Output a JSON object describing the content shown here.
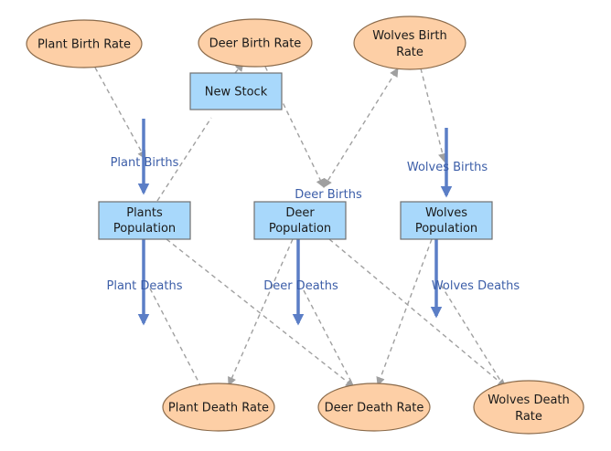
{
  "rates": {
    "plant_birth": "Plant Birth Rate",
    "deer_birth": "Deer Birth Rate",
    "wolves_birth": [
      "Wolves Birth",
      "Rate"
    ],
    "plant_death": "Plant Death Rate",
    "deer_death": "Deer Death Rate",
    "wolves_death": [
      "Wolves Death",
      "Rate"
    ]
  },
  "stocks": {
    "new_stock": "New Stock",
    "plants": [
      "Plants",
      "Population"
    ],
    "deer": [
      "Deer",
      "Population"
    ],
    "wolves": [
      "Wolves",
      "Population"
    ]
  },
  "flows": {
    "plant_births": "Plant Births",
    "deer_births": "Deer Births",
    "wolves_births": "Wolves Births",
    "plant_deaths": "Plant Deaths",
    "deer_deaths": "Deer Deaths",
    "wolves_deaths": "Wolves Deaths"
  },
  "colors": {
    "rate_fill": "#fdcfa6",
    "stock_fill": "#a8d8fb",
    "flow_arrow": "#5b7ec6",
    "flow_label": "#3c5ea8",
    "dependency": "#a0a0a0"
  }
}
